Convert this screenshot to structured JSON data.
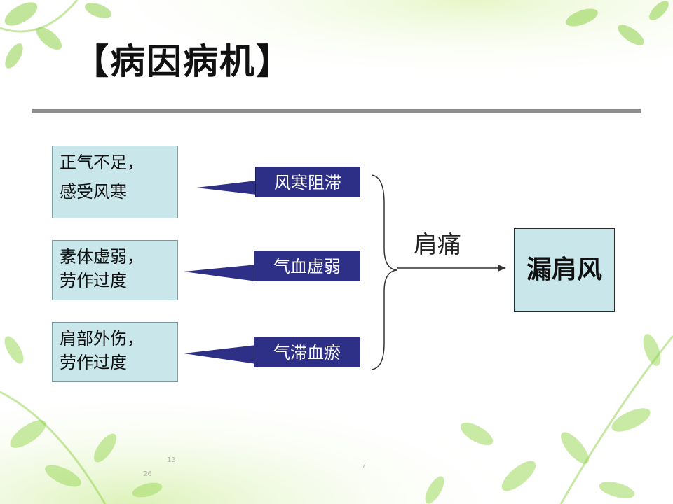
{
  "title": "【病因病机】",
  "causes": [
    {
      "line1": "正气不足，",
      "line2": "感受风寒"
    },
    {
      "line1": "素体虚弱，",
      "line2": "劳作过度"
    },
    {
      "line1": "肩部外伤，",
      "line2": "劳作过度"
    }
  ],
  "mechanisms": [
    "风寒阻滞",
    "气血虚弱",
    "气滞血瘀"
  ],
  "arrow_label": "肩痛",
  "result": "漏肩风",
  "slide_marks": [
    "26",
    "13",
    "7"
  ],
  "colors": {
    "cause_box": "#c9e6ea",
    "mechanism_box": "#2e2f86",
    "result_box": "#c9e6ea",
    "rule": "#8c8c8c",
    "leaf_green": "#8fd04a"
  }
}
